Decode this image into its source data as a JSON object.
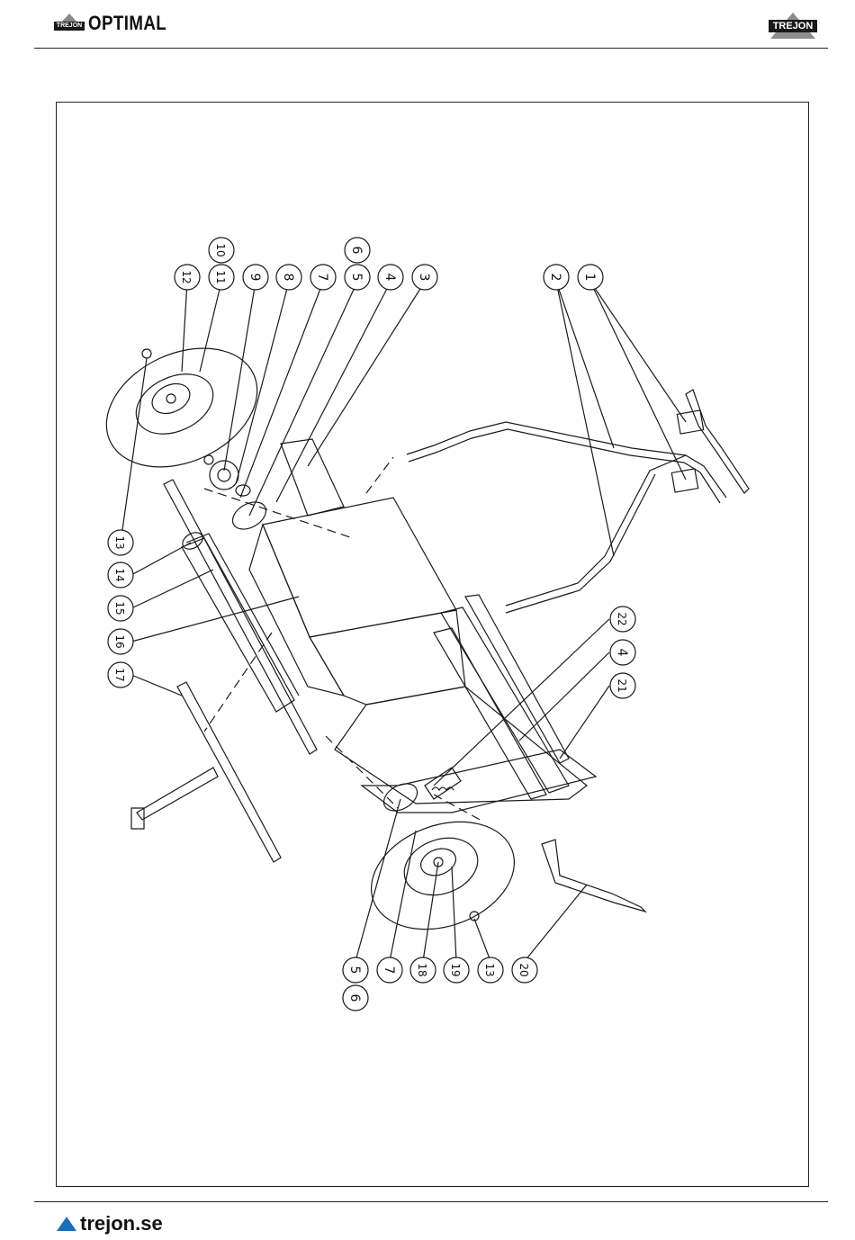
{
  "header": {
    "badge_text": "TREJON",
    "brand": "OPTIMAL",
    "right_logo_text": "TREJON"
  },
  "callouts": {
    "c1": "1",
    "c2": "2",
    "c3": "3",
    "c4a": "4",
    "c5a": "5",
    "c6a": "6",
    "c7a": "7",
    "c8": "8",
    "c9": "9",
    "c10": "10",
    "c11": "11",
    "c12": "12",
    "c13a": "13",
    "c14": "14",
    "c15": "15",
    "c16": "16",
    "c17": "17",
    "c22": "22",
    "c4b": "4",
    "c21": "21",
    "c5b": "5",
    "c6b": "6",
    "c7b": "7",
    "c18": "18",
    "c19": "19",
    "c13b": "13",
    "c20": "20"
  },
  "footer": {
    "site": "trejon.se"
  },
  "colors": {
    "line": "#1a1a1a",
    "accent": "#1a6fb8",
    "logo_grey": "#8a8a8a"
  }
}
